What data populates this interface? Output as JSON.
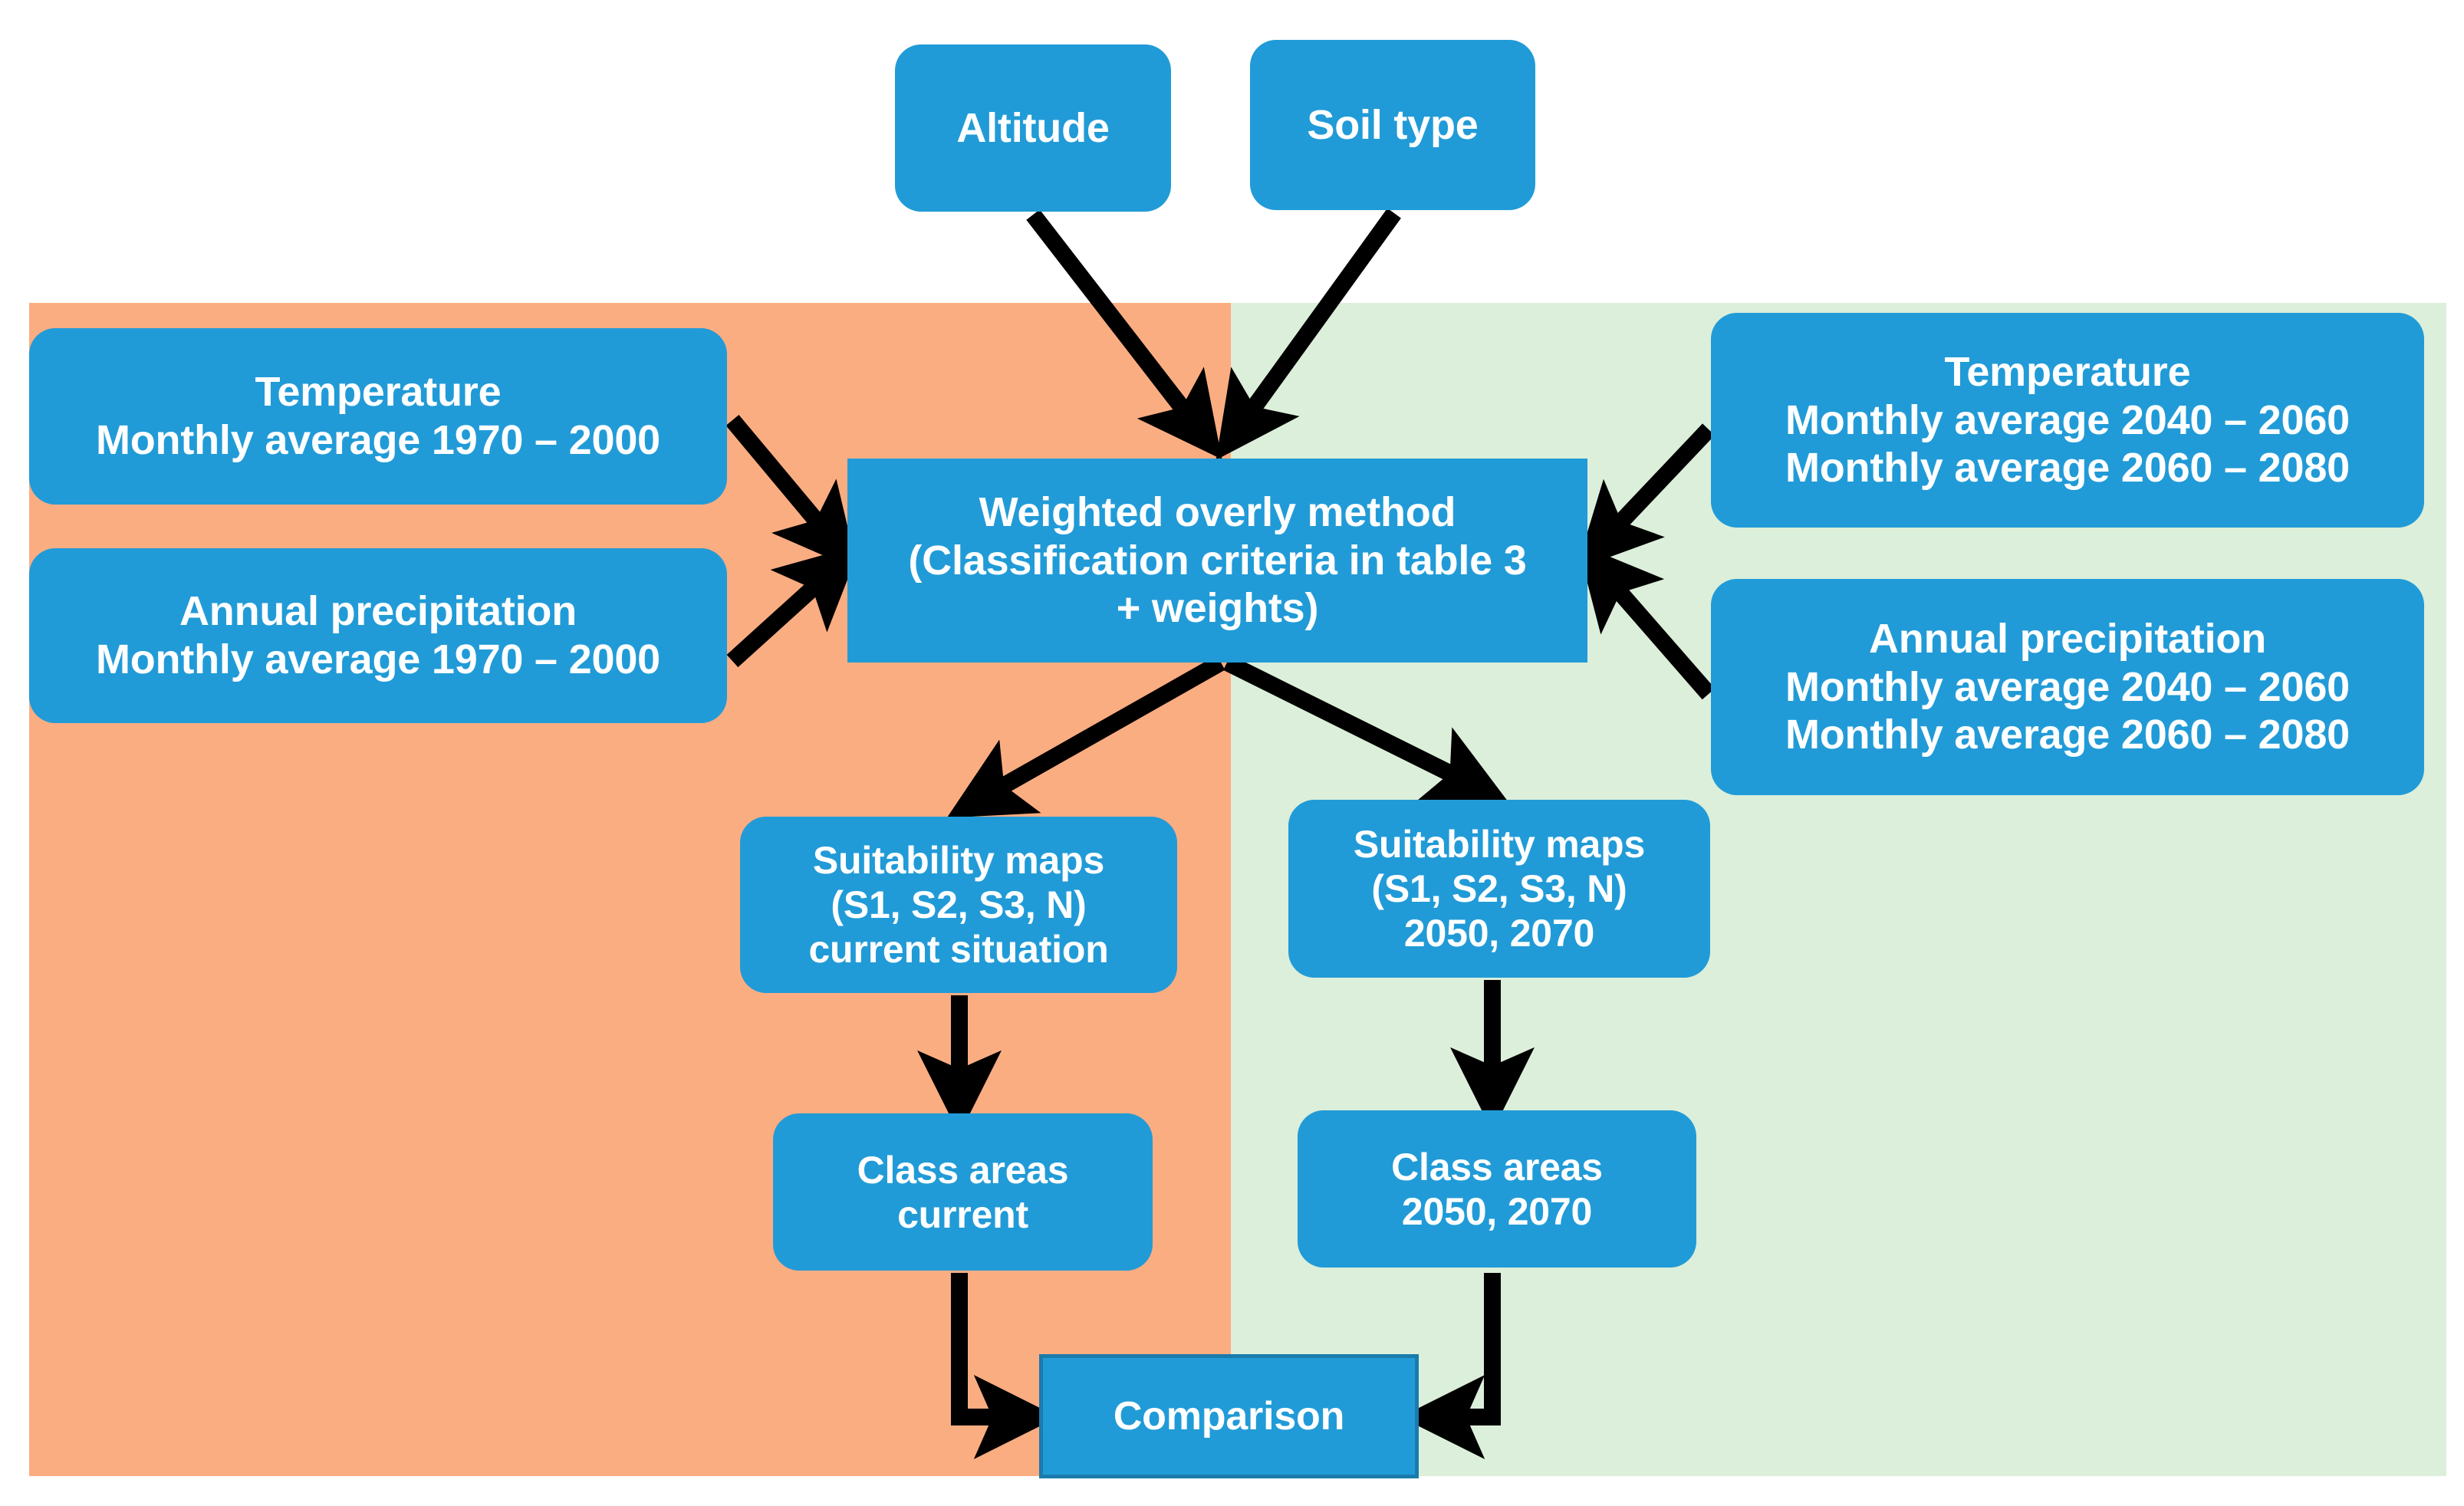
{
  "diagram": {
    "title": "Weighted overlay suitability mapping workflow",
    "colors": {
      "node_fill": "#219BD7",
      "node_text": "#FFFFFF",
      "panel_current": "#FBAD82",
      "panel_future": "#DCEFDA",
      "edge": "#000000",
      "comparison_border": "#1A7BAC"
    },
    "panels": [
      {
        "id": "panel-current",
        "name": "current-situation-panel",
        "color": "#FBAD82"
      },
      {
        "id": "panel-future",
        "name": "future-scenarios-panel",
        "color": "#DCEFDA"
      }
    ],
    "nodes": {
      "altitude": {
        "lines": [
          "Altitude"
        ]
      },
      "soil_type": {
        "lines": [
          "Soil type"
        ]
      },
      "temperature_current": {
        "lines": [
          "Temperature",
          "Monthly average 1970 – 2000"
        ]
      },
      "precipitation_current": {
        "lines": [
          "Annual precipitation",
          "Monthly average 1970 – 2000"
        ]
      },
      "temperature_future": {
        "lines": [
          "Temperature",
          "Monthly average 2040 – 2060",
          "Monthly average 2060 – 2080"
        ]
      },
      "precipitation_future": {
        "lines": [
          "Annual precipitation",
          "Monthly average 2040 – 2060",
          "Monthly average 2060 – 2080"
        ]
      },
      "weighted_overlay": {
        "lines": [
          "Weighted overly method",
          "(Classification criteria in table 3",
          "+ weights)"
        ]
      },
      "suitability_current": {
        "lines": [
          "Suitability maps",
          "(S1, S2, S3, N)",
          "current situation"
        ]
      },
      "suitability_future": {
        "lines": [
          "Suitability maps",
          "(S1, S2, S3, N)",
          "2050, 2070"
        ]
      },
      "class_areas_current": {
        "lines": [
          "Class areas",
          "current"
        ]
      },
      "class_areas_future": {
        "lines": [
          "Class areas",
          "2050, 2070"
        ]
      },
      "comparison": {
        "lines": [
          "Comparison"
        ]
      }
    },
    "edges": [
      {
        "from": "altitude",
        "to": "weighted_overlay",
        "style": "arrow"
      },
      {
        "from": "soil_type",
        "to": "weighted_overlay",
        "style": "arrow"
      },
      {
        "from": "temperature_current",
        "to": "weighted_overlay",
        "style": "arrow"
      },
      {
        "from": "precipitation_current",
        "to": "weighted_overlay",
        "style": "arrow"
      },
      {
        "from": "temperature_future",
        "to": "weighted_overlay",
        "style": "arrow"
      },
      {
        "from": "precipitation_future",
        "to": "weighted_overlay",
        "style": "arrow"
      },
      {
        "from": "weighted_overlay",
        "to": "suitability_current",
        "style": "arrow"
      },
      {
        "from": "weighted_overlay",
        "to": "suitability_future",
        "style": "arrow"
      },
      {
        "from": "suitability_current",
        "to": "class_areas_current",
        "style": "arrow"
      },
      {
        "from": "suitability_future",
        "to": "class_areas_future",
        "style": "arrow"
      },
      {
        "from": "class_areas_current",
        "to": "comparison",
        "style": "elbow-arrow"
      },
      {
        "from": "class_areas_future",
        "to": "comparison",
        "style": "elbow-arrow"
      }
    ]
  }
}
